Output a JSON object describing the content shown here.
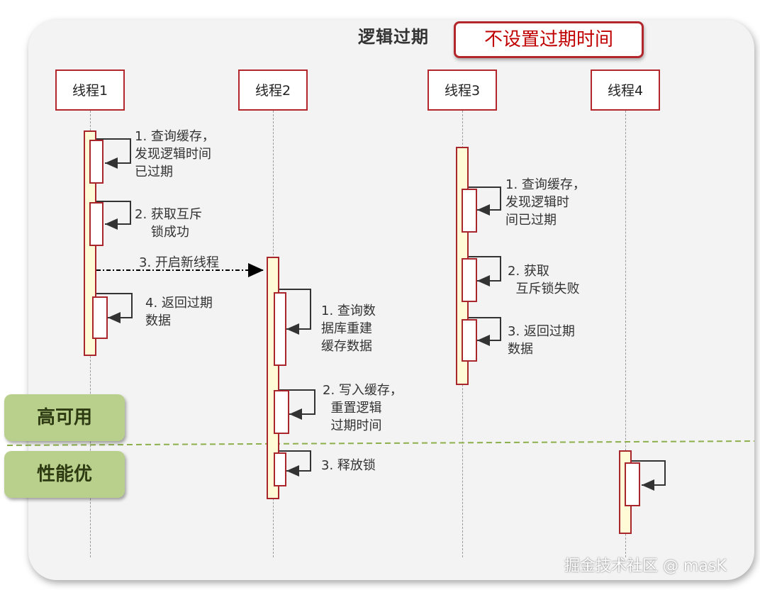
{
  "title": "逻辑过期",
  "subtitle": "不设置过期时间",
  "threads": [
    "线程1",
    "线程2",
    "线程3",
    "线程4"
  ],
  "thread1_steps": [
    "1. 查询缓存，\n发现逻辑时间\n已过期",
    "2. 获取互斥\n    锁成功",
    "3. 开启新线程",
    "4. 返回过期\n数据"
  ],
  "thread2_steps": [
    "1. 查询数\n据库重建\n缓存数据",
    "2. 写入缓存，\n  重置逻辑\n  过期时间",
    "3. 释放锁"
  ],
  "thread3_steps": [
    "1. 查询缓存，\n发现逻辑时\n间已过期",
    "2. 获取\n  互斥锁失败",
    "3. 返回过期\n数据"
  ],
  "tags": {
    "high_availability": "高可用",
    "performance": "性能优"
  },
  "watermark": "掘金技术社区 @ masK"
}
